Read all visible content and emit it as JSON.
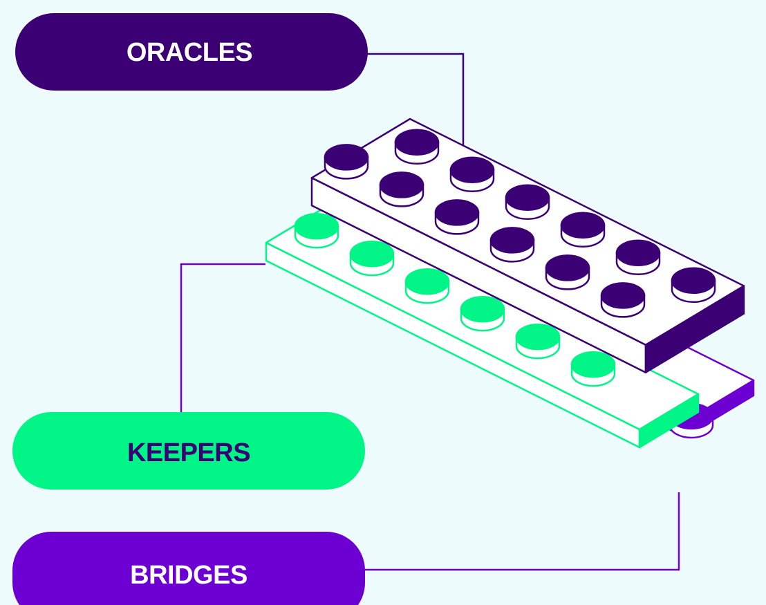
{
  "diagram": {
    "colors": {
      "background": "#EEFBFC",
      "oracles": "#3B0074",
      "keepers": "#00F587",
      "bridges": "#6C00D2",
      "block_face": "#FFFFFF",
      "keepers_text": "#3B0074",
      "label_text_light": "#FFFFFF"
    },
    "labels": {
      "oracles": "ORACLES",
      "keepers": "KEEPERS",
      "bridges": "BRIDGES"
    },
    "blocks": [
      {
        "id": "oracles",
        "stud_rows": 2,
        "stud_columns": 6
      },
      {
        "id": "keepers",
        "stud_rows": 1,
        "stud_columns": 6
      },
      {
        "id": "bridges",
        "stud_rows": 1,
        "stud_columns": 2
      }
    ]
  }
}
